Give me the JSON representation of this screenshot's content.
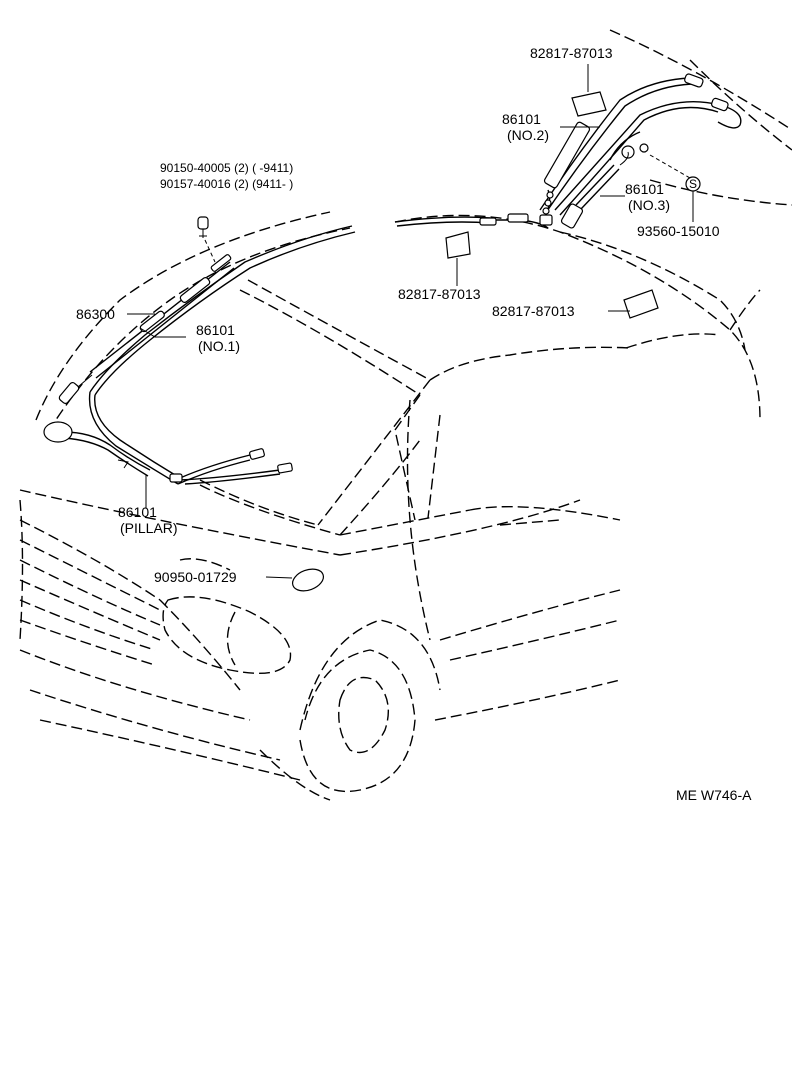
{
  "labels": {
    "l82817_top": "82817-87013",
    "l86101_no2_a": "86101",
    "l86101_no2_b": "(NO.2)",
    "l86101_no3_a": "86101",
    "l86101_no3_b": "(NO.3)",
    "l93560": "93560-15010",
    "s_mark": "S",
    "l90150": "90150-40005 (2) (        -9411)",
    "l90157": "90157-40016 (2) (9411-        )",
    "l82817_mid": "82817-87013",
    "l82817_right": "82817-87013",
    "l86300": "86300",
    "l86101_no1_a": "86101",
    "l86101_no1_b": "(NO.1)",
    "l86101_pillar_a": "86101",
    "l86101_pillar_b": "(PILLAR)",
    "l90950": "90950-01729",
    "ref_code": "ME W746-A"
  }
}
